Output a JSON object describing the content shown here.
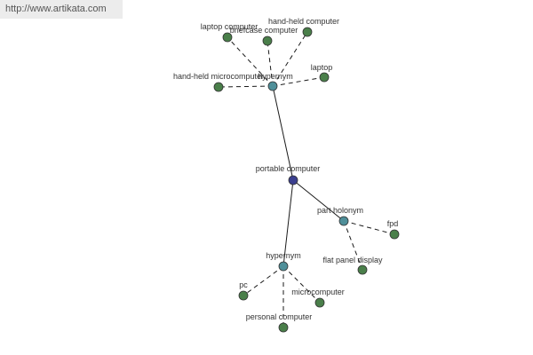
{
  "header": {
    "url": "http://www.artikata.com"
  },
  "graph": {
    "colors": {
      "root": "#3b3f8f",
      "relation": "#4f8f99",
      "leaf": "#4a7f4a"
    },
    "nodes": [
      {
        "id": "root",
        "label": "portable computer",
        "kind": "root"
      },
      {
        "id": "hyp1",
        "label": "hypernym",
        "kind": "relation"
      },
      {
        "id": "part",
        "label": "part holonym",
        "kind": "relation"
      },
      {
        "id": "hyp2",
        "label": "hypernym",
        "kind": "relation"
      },
      {
        "id": "laptop_computer",
        "label": "laptop computer",
        "kind": "leaf"
      },
      {
        "id": "briefcase",
        "label": "briefcase computer",
        "kind": "leaf"
      },
      {
        "id": "handheld",
        "label": "hand-held computer",
        "kind": "leaf"
      },
      {
        "id": "laptop",
        "label": "laptop",
        "kind": "leaf"
      },
      {
        "id": "handheld_micro",
        "label": "hand-held microcomputer",
        "kind": "leaf"
      },
      {
        "id": "fpd",
        "label": "fpd",
        "kind": "leaf"
      },
      {
        "id": "flat_panel",
        "label": "flat panel display",
        "kind": "leaf"
      },
      {
        "id": "pc",
        "label": "pc",
        "kind": "leaf"
      },
      {
        "id": "microcomputer",
        "label": "microcomputer",
        "kind": "leaf"
      },
      {
        "id": "personal",
        "label": "personal computer",
        "kind": "leaf"
      }
    ],
    "edges": [
      {
        "from": "root",
        "to": "hyp1",
        "style": "solid"
      },
      {
        "from": "root",
        "to": "part",
        "style": "solid"
      },
      {
        "from": "root",
        "to": "hyp2",
        "style": "solid"
      },
      {
        "from": "hyp1",
        "to": "laptop_computer",
        "style": "dashed"
      },
      {
        "from": "hyp1",
        "to": "briefcase",
        "style": "dashed"
      },
      {
        "from": "hyp1",
        "to": "handheld",
        "style": "dashed"
      },
      {
        "from": "hyp1",
        "to": "laptop",
        "style": "dashed"
      },
      {
        "from": "hyp1",
        "to": "handheld_micro",
        "style": "dashed"
      },
      {
        "from": "part",
        "to": "fpd",
        "style": "dashed"
      },
      {
        "from": "part",
        "to": "flat_panel",
        "style": "dashed"
      },
      {
        "from": "hyp2",
        "to": "pc",
        "style": "dashed"
      },
      {
        "from": "hyp2",
        "to": "microcomputer",
        "style": "dashed"
      },
      {
        "from": "hyp2",
        "to": "personal",
        "style": "dashed"
      }
    ]
  }
}
